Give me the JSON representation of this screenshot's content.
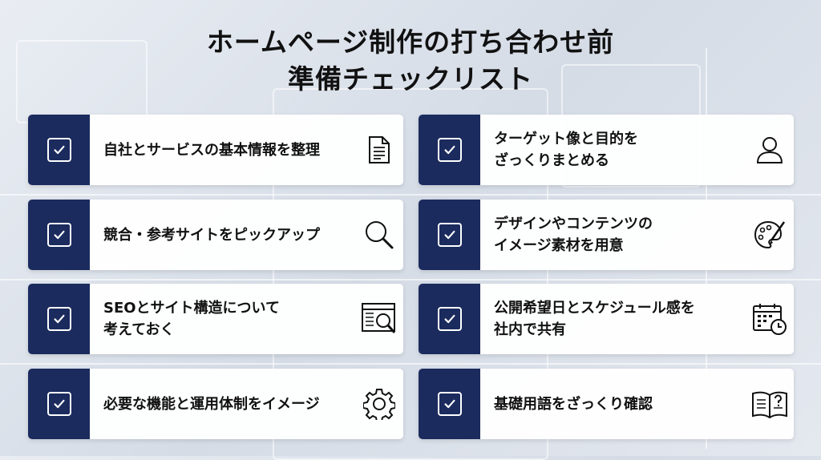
{
  "title_line1": "ホームページ制作の打ち合わせ前",
  "title_line2": "準備チェックリスト",
  "accent_color": "#1b2b5e",
  "items": [
    {
      "label": "自社とサービスの基本情報を整理",
      "icon": "document-icon",
      "checked": true
    },
    {
      "label": "ターゲット像と目的を\nざっくりまとめる",
      "icon": "user-icon",
      "checked": true
    },
    {
      "label": "競合・参考サイトをピックアップ",
      "icon": "search-icon",
      "checked": true
    },
    {
      "label": "デザインやコンテンツの\nイメージ素材を用意",
      "icon": "palette-icon",
      "checked": true
    },
    {
      "label": "SEOとサイト構造について\n考えておく",
      "icon": "web-search-icon",
      "checked": true
    },
    {
      "label": "公開希望日とスケジュール感を\n社内で共有",
      "icon": "calendar-clock-icon",
      "checked": true
    },
    {
      "label": "必要な機能と運用体制をイメージ",
      "icon": "gear-icon",
      "checked": true
    },
    {
      "label": "基礎用語をざっくり確認",
      "icon": "book-question-icon",
      "checked": true
    }
  ]
}
